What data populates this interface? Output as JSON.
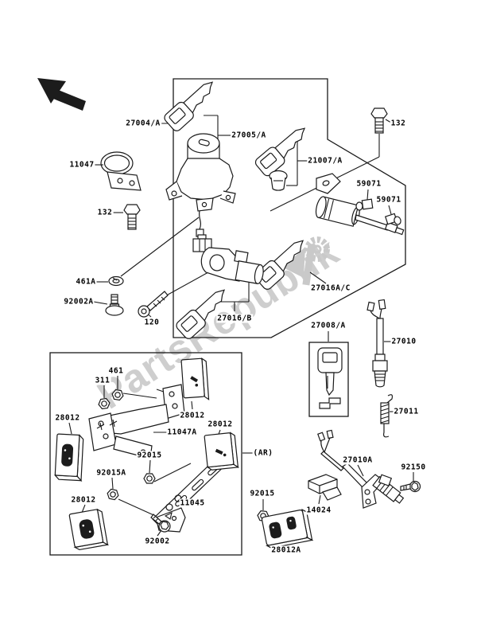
{
  "diagram": {
    "watermark": "PartsRepublik",
    "labels": [
      {
        "part": "27004/A"
      },
      {
        "part": "27005/A"
      },
      {
        "part": "11047"
      },
      {
        "part": "132"
      },
      {
        "part": "21007/A"
      },
      {
        "part": "132"
      },
      {
        "part": "59071"
      },
      {
        "part": "59071"
      },
      {
        "part": "461A"
      },
      {
        "part": "92002A"
      },
      {
        "part": "120"
      },
      {
        "part": "27016/B"
      },
      {
        "part": "27016A/C"
      },
      {
        "part": "27008/A"
      },
      {
        "part": "27010"
      },
      {
        "part": "27011"
      },
      {
        "part": "27010A"
      },
      {
        "part": "92150"
      },
      {
        "part": "(AR)"
      },
      {
        "part": "92015"
      },
      {
        "part": "14024"
      },
      {
        "part": "28012A"
      },
      {
        "part": "461"
      },
      {
        "part": "311"
      },
      {
        "part": "28012"
      },
      {
        "part": "28012"
      },
      {
        "part": "28012"
      },
      {
        "part": "11047A"
      },
      {
        "part": "92015"
      },
      {
        "part": "92015A"
      },
      {
        "part": "28012"
      },
      {
        "part": "11045"
      },
      {
        "part": "92002"
      }
    ]
  }
}
